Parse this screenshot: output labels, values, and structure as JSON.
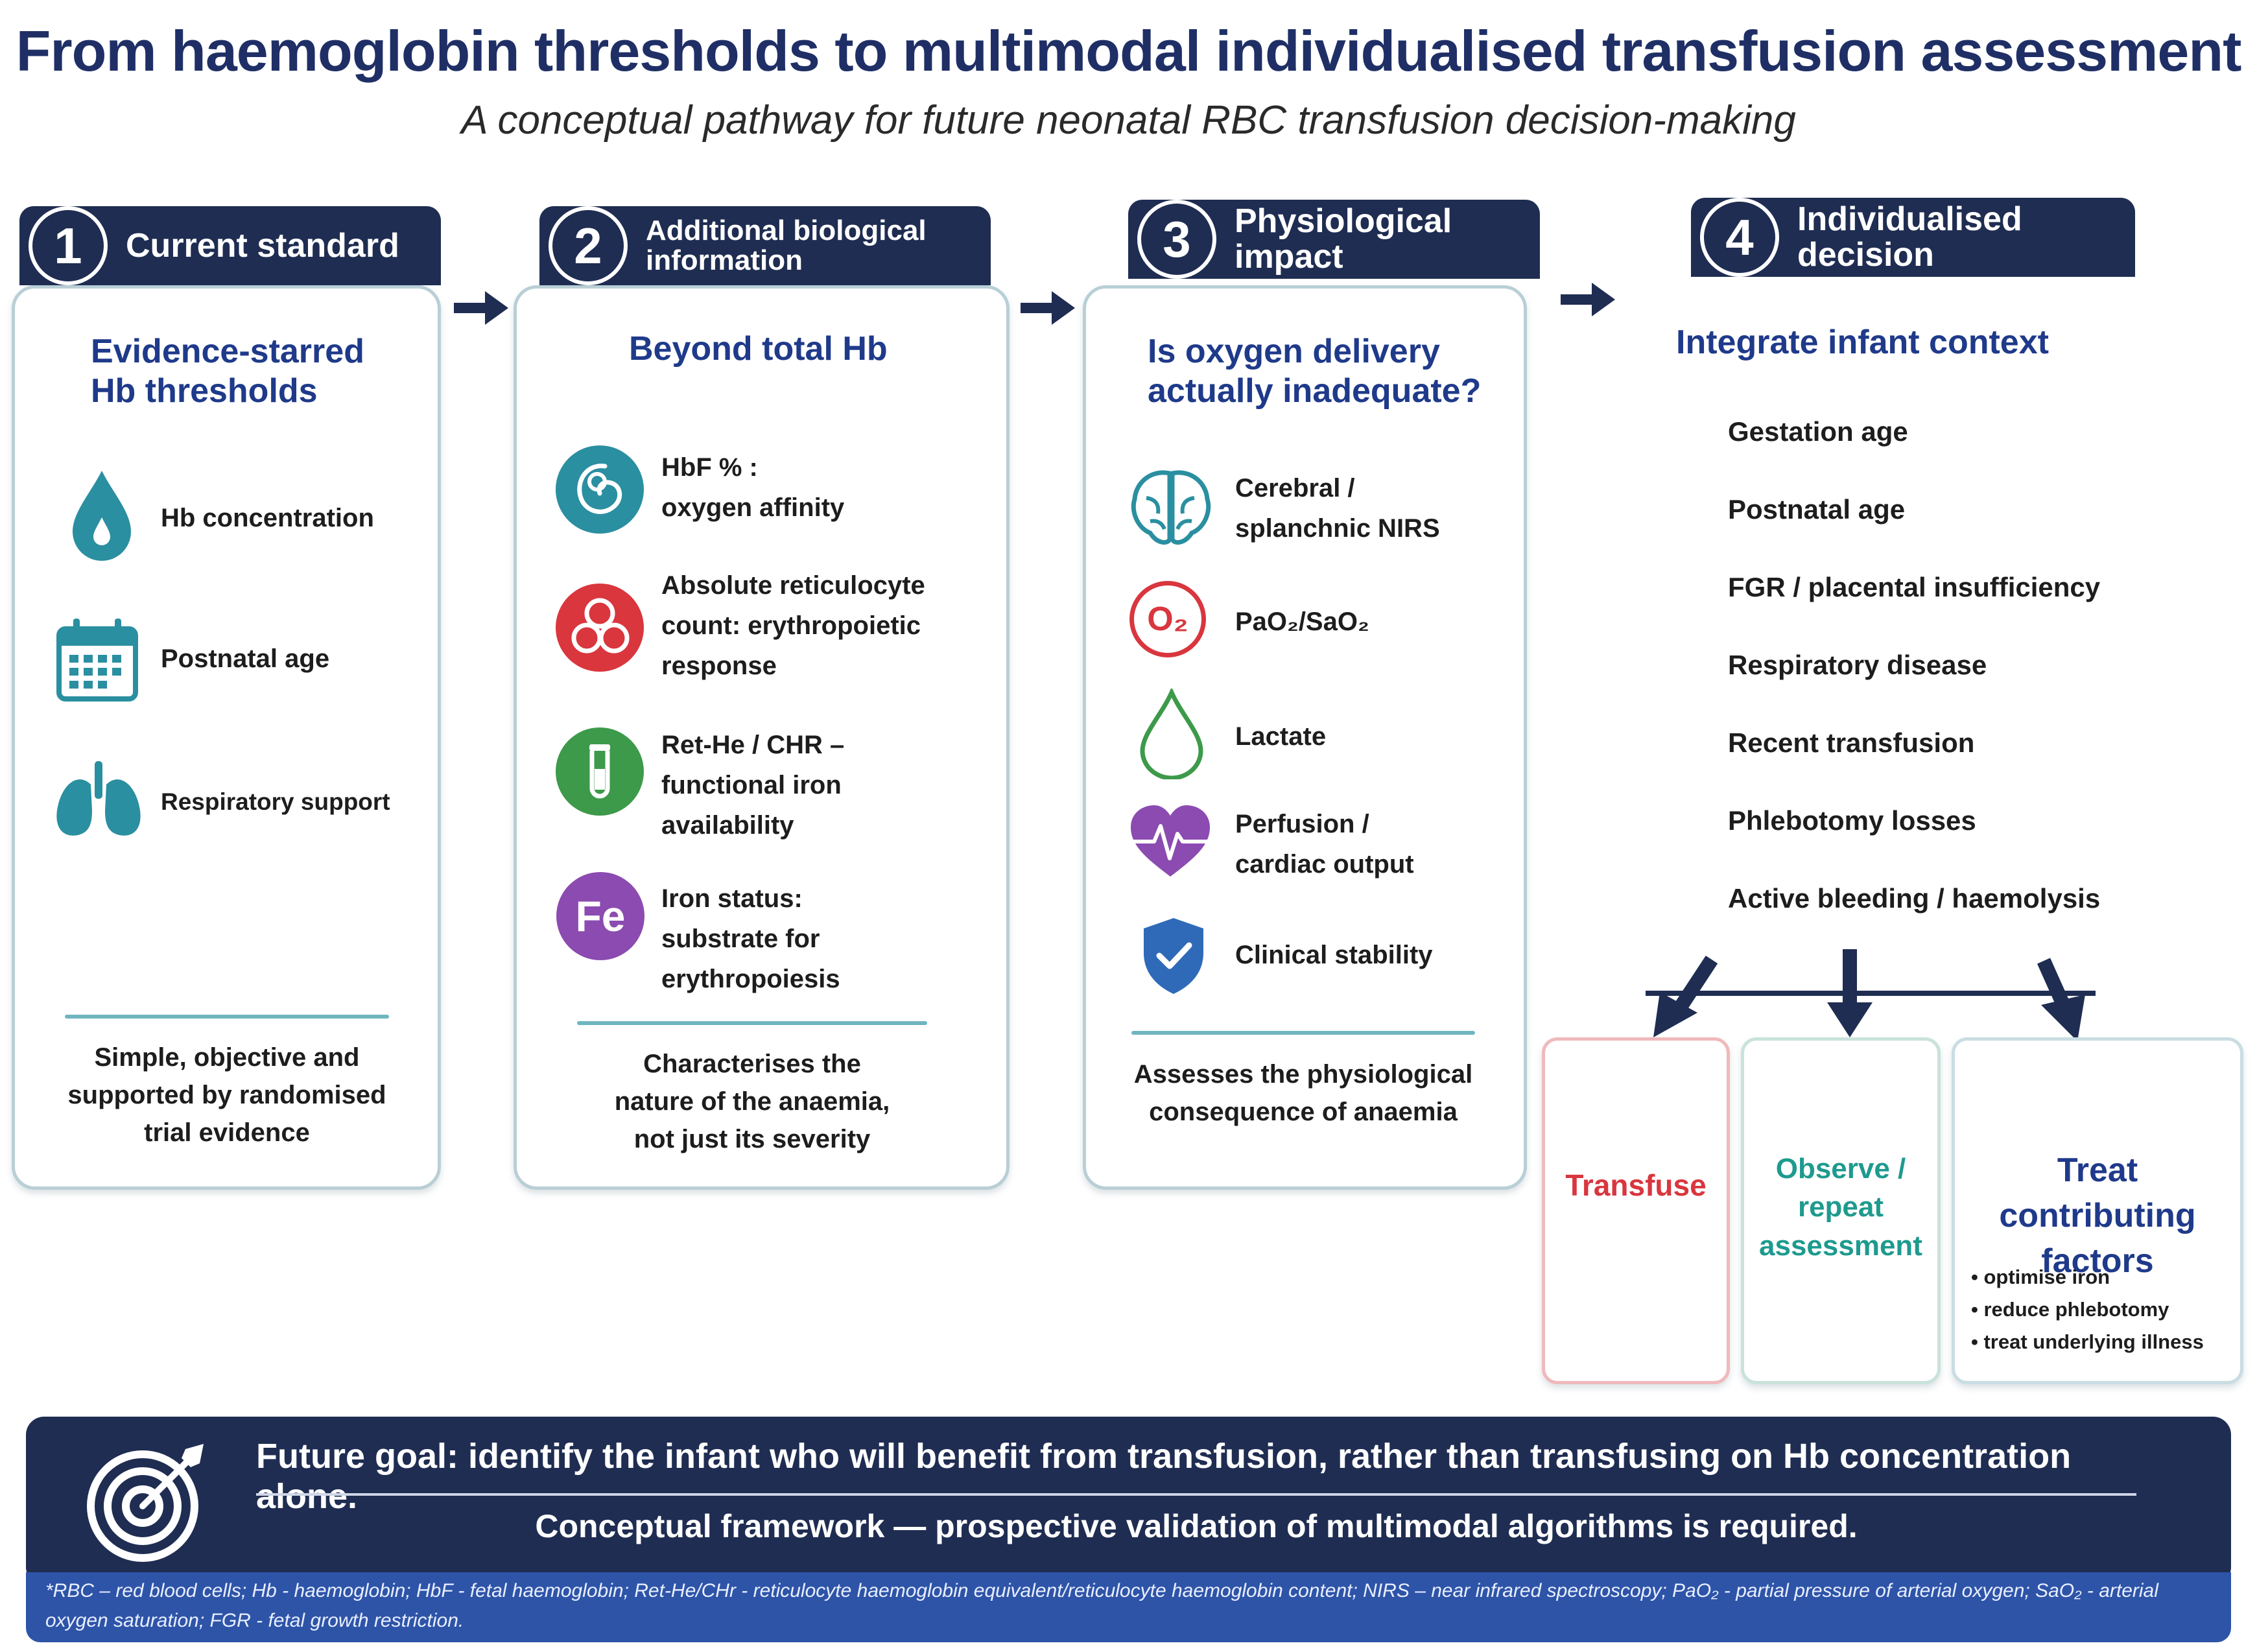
{
  "header": {
    "title": "From haemoglobin thresholds to multimodal individualised transfusion assessment",
    "subtitle": "A conceptual pathway for future neonatal RBC transfusion decision-making"
  },
  "steps": [
    {
      "number": "1",
      "label": "Current standard",
      "card_title_line1": "Evidence-starred",
      "card_title_line2": "Hb thresholds",
      "items": [
        {
          "icon": "drop-icon",
          "text": "Hb concentration"
        },
        {
          "icon": "calendar-icon",
          "text": "Postnatal age"
        },
        {
          "icon": "lungs-icon",
          "text": "Respiratory support"
        }
      ],
      "footer_line1": "Simple, objective and",
      "footer_line2": "supported by randomised",
      "footer_line3": "trial evidence"
    },
    {
      "number": "2",
      "label_line1": "Additional biological",
      "label_line2": "information",
      "card_title": "Beyond total Hb",
      "items": [
        {
          "icon": "fetus-icon",
          "line1": "HbF % :",
          "line2": "oxygen affinity"
        },
        {
          "icon": "red-cells-icon",
          "line1": "Absolute reticulocyte",
          "line2": "count: erythropoietic",
          "line3": "response"
        },
        {
          "icon": "test-tube-icon",
          "line1": "Ret-He / CHR –",
          "line2": "functional iron",
          "line3": "availability"
        },
        {
          "icon": "iron-icon",
          "symbol": "Fe",
          "line1": "Iron status:",
          "line2": "substrate for",
          "line3": "erythropoiesis"
        }
      ],
      "footer_line1": "Characterises the",
      "footer_line2": "nature of the anaemia,",
      "footer_line3": "not just its severity"
    },
    {
      "number": "3",
      "label": "Physiological impact",
      "card_title_line1": "Is oxygen delivery",
      "card_title_line2": "actually inadequate?",
      "items": [
        {
          "icon": "brain-icon",
          "line1": "Cerebral /",
          "line2": "splanchnic NIRS"
        },
        {
          "icon": "oxygen-icon",
          "symbol": "O₂",
          "line1": "PaO₂/SaO₂"
        },
        {
          "icon": "lactate-drop-icon",
          "line1": "Lactate"
        },
        {
          "icon": "heart-pulse-icon",
          "line1": "Perfusion /",
          "line2": "cardiac output"
        },
        {
          "icon": "shield-check-icon",
          "line1": "Clinical stability"
        }
      ],
      "footer_line1": "Assesses the physiological",
      "footer_line2": "consequence of anaemia"
    },
    {
      "number": "4",
      "label": "Individualised decision",
      "card_title": "Integrate infant context",
      "context": [
        "Gestation age",
        "Postnatal age",
        "FGR / placental insufficiency",
        "Respiratory disease",
        "Recent transfusion",
        "Phlebotomy losses",
        "Active bleeding / haemolysis"
      ]
    }
  ],
  "outcomes": {
    "transfuse": "Transfuse",
    "observe_line1": "Observe /",
    "observe_line2": "repeat",
    "observe_line3": "assessment",
    "treat_line1": "Treat contributing",
    "treat_line2": "factors",
    "treat_bullets": [
      "optimise iron",
      "reduce phlebotomy",
      "treat underlying illness"
    ]
  },
  "goal": {
    "icon": "target-arrow-icon",
    "main": "Future goal: identify the infant who will benefit from transfusion, rather than transfusing on Hb concentration alone.",
    "sub": "Conceptual framework — prospective validation of multimodal algorithms is required."
  },
  "abbreviations": "*RBC – red blood cells; Hb - haemoglobin; HbF - fetal haemoglobin; Ret-He/CHr - reticulocyte haemoglobin equivalent/reticulocyte haemoglobin content; NIRS – near infrared spectroscopy; PaO₂ - partial pressure of arterial oxygen; SaO₂ - arterial oxygen saturation; FGR - fetal growth restriction.",
  "colors": {
    "navy": "#1f2d52",
    "title_blue": "#1f3a8a",
    "teal": "#2a8fa0",
    "transfuse_red": "#d9363e",
    "observe_teal": "#1e9a8e",
    "treat_navy": "#1f3a8a",
    "abbrev_bar": "#2e54a8"
  }
}
